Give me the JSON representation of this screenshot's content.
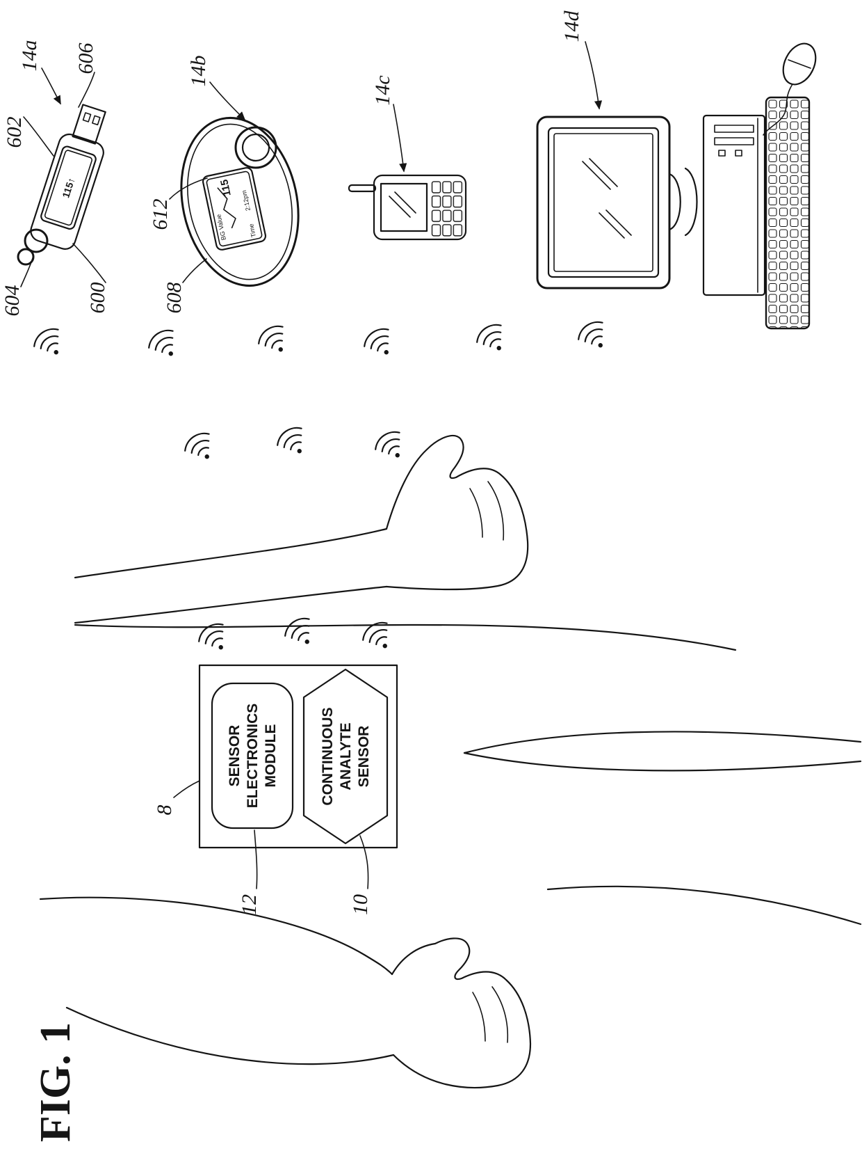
{
  "figure": {
    "title": "FIG. 1",
    "ink_color": "#151515",
    "labels": {
      "l14a": "14a",
      "l602": "602",
      "l604": "604",
      "l600": "600",
      "l606": "606",
      "l14b": "14b",
      "l612": "612",
      "l608": "608",
      "l14c": "14c",
      "l14d": "14d",
      "l8": "8",
      "l12": "12",
      "l10": "10"
    },
    "usb_receiver": {
      "display_value": "115↑"
    },
    "keyfob_receiver": {
      "display_value": "115",
      "time_value": "2:12pm",
      "time_label": "Time",
      "bg_label": "BG Value"
    },
    "sensor_module": {
      "line1": "SENSOR",
      "line2": "ELECTRONICS",
      "line3": "MODULE"
    },
    "analyte_sensor": {
      "line1": "CONTINUOUS",
      "line2": "ANALYTE",
      "line3": "SENSOR"
    },
    "icons": {
      "wireless_signal": "nested-arc-waves"
    }
  }
}
